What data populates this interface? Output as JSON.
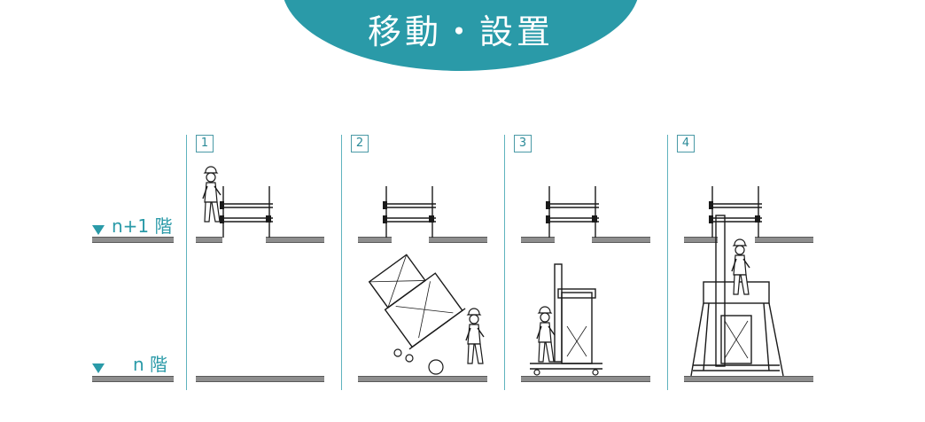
{
  "header": {
    "title": "移動・設置",
    "accent_color": "#2a9aa8"
  },
  "floors": {
    "upper": {
      "label": "n+1 階",
      "marker": "triangle-down-icon"
    },
    "lower": {
      "label": "n 階",
      "marker": "triangle-down-icon"
    }
  },
  "steps": [
    {
      "number": "1"
    },
    {
      "number": "2"
    },
    {
      "number": "3"
    },
    {
      "number": "4"
    }
  ]
}
